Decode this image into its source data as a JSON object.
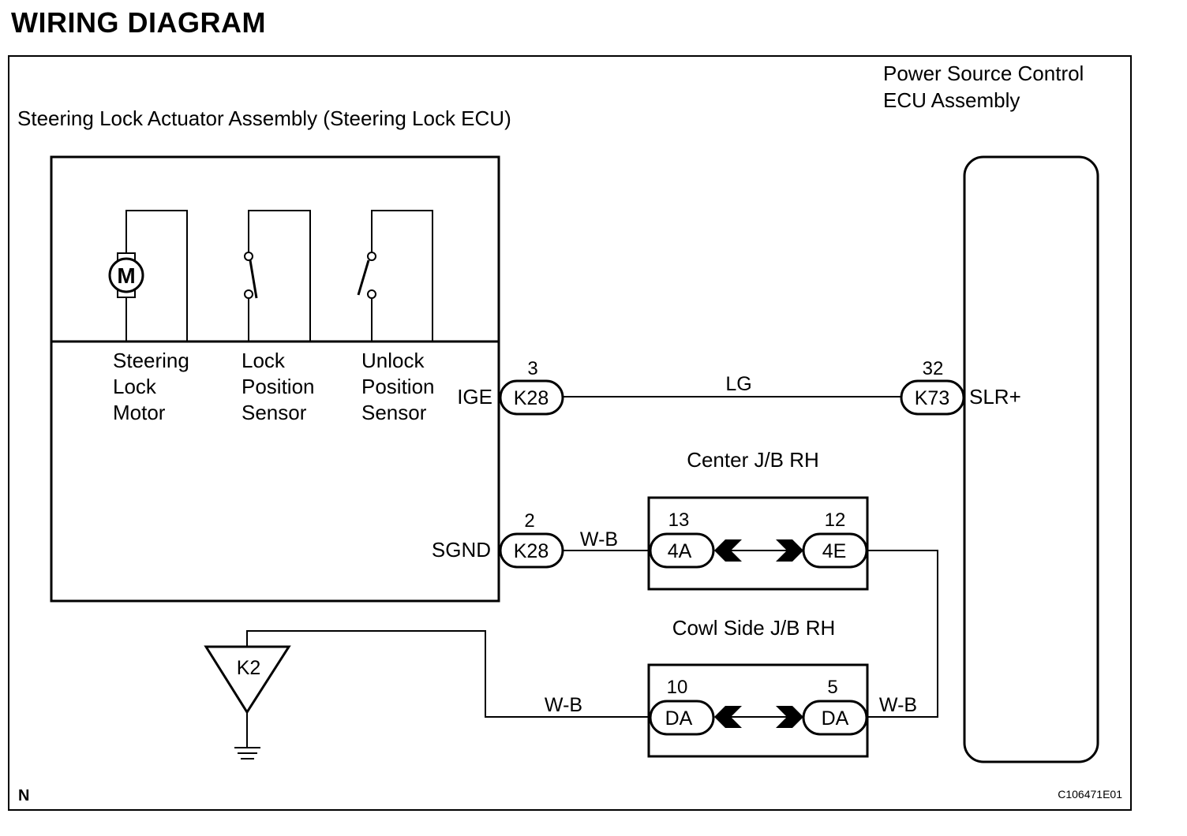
{
  "title": "WIRING DIAGRAM",
  "labels": {
    "steering_assembly": "Steering Lock Actuator Assembly (Steering Lock ECU)",
    "ecu_line1": "Power Source Control",
    "ecu_line2": "ECU Assembly",
    "center_jb": "Center J/B RH",
    "cowl_jb": "Cowl Side J/B RH",
    "corner_n": "N",
    "figure_code": "C106471E01",
    "motor_symbol": "M"
  },
  "components": {
    "motor": [
      "Steering",
      "Lock",
      "Motor"
    ],
    "lock_sensor": [
      "Lock",
      "Position",
      "Sensor"
    ],
    "unlock_sensor": [
      "Unlock",
      "Position",
      "Sensor"
    ]
  },
  "terminals": {
    "ige": "IGE",
    "sgnd": "SGND",
    "slr": "SLR+"
  },
  "connectors": {
    "k28_top": {
      "code": "K28",
      "pin": "3"
    },
    "k73": {
      "code": "K73",
      "pin": "32"
    },
    "k28_bottom": {
      "code": "K28",
      "pin": "2"
    },
    "center_left": {
      "code": "4A",
      "pin": "13"
    },
    "center_right": {
      "code": "4E",
      "pin": "12"
    },
    "cowl_left": {
      "code": "DA",
      "pin": "10"
    },
    "cowl_right": {
      "code": "DA",
      "pin": "5"
    },
    "ground": {
      "code": "K2"
    }
  },
  "wires": {
    "lg": "LG",
    "wb1": "W-B",
    "wb2": "W-B",
    "wb3": "W-B"
  }
}
